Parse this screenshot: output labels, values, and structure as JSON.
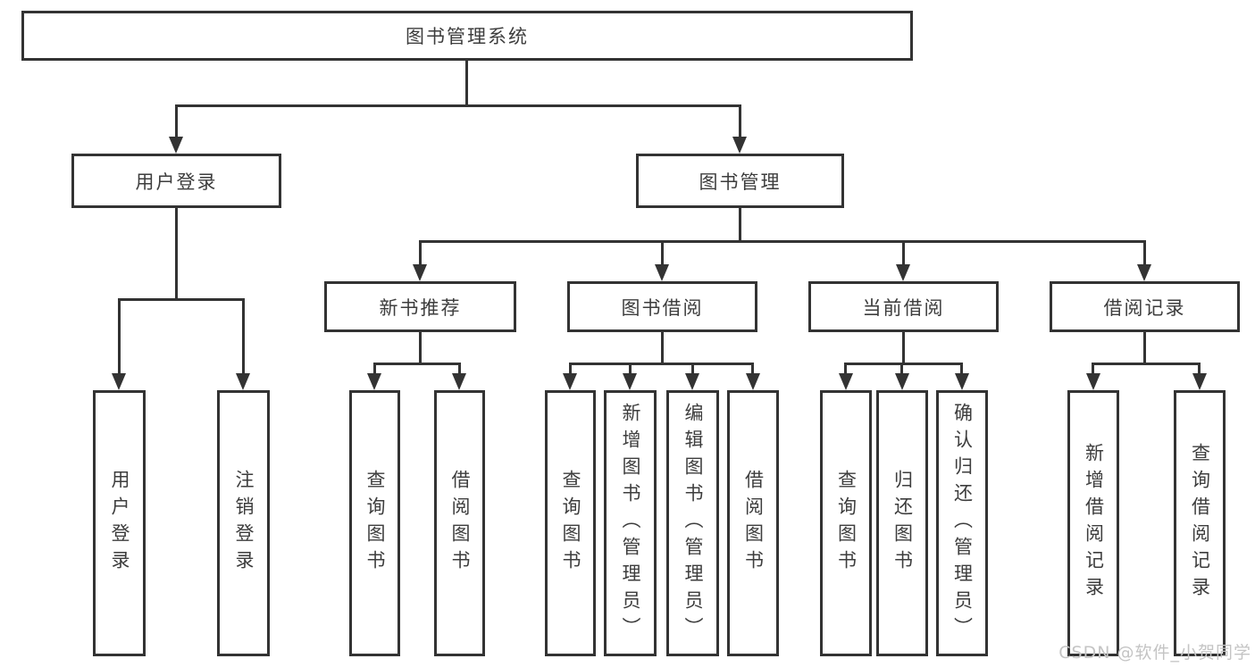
{
  "nodes": {
    "root": {
      "label": "图书管理系统"
    },
    "l2": [
      {
        "label": "用户登录"
      },
      {
        "label": "图书管理"
      }
    ],
    "l3": [
      {
        "label": "新书推荐"
      },
      {
        "label": "图书借阅"
      },
      {
        "label": "当前借阅"
      },
      {
        "label": "借阅记录"
      }
    ],
    "leaves": [
      {
        "label": "用户登录"
      },
      {
        "label": "注销登录"
      },
      {
        "label": "查询图书"
      },
      {
        "label": "借阅图书"
      },
      {
        "label": "查询图书"
      },
      {
        "label": "新增图书（管理员）"
      },
      {
        "label": "编辑图书（管理员）"
      },
      {
        "label": "借阅图书"
      },
      {
        "label": "查询图书"
      },
      {
        "label": "归还图书"
      },
      {
        "label": "确认归还（管理员）"
      },
      {
        "label": "新增借阅记录"
      },
      {
        "label": "查询借阅记录"
      }
    ]
  },
  "watermark": {
    "text": "CSDN @软件_小贺同学"
  },
  "colors": {
    "line": "#333333",
    "text": "#3d3d3d",
    "background": "#ffffff",
    "watermark": "#c4c4c4"
  }
}
